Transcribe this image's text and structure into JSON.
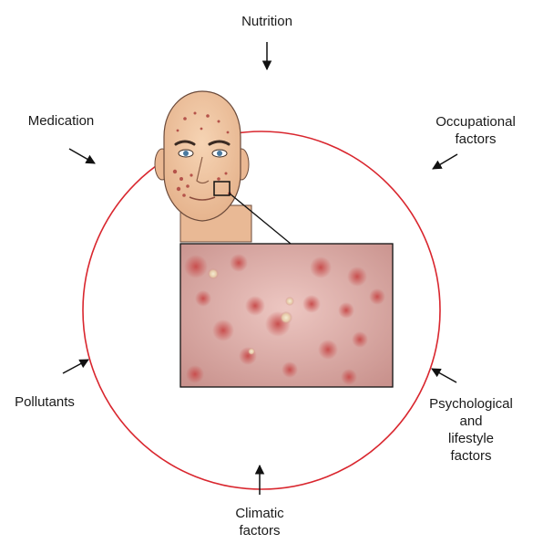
{
  "factors": {
    "nutrition": "Nutrition",
    "occupational": "Occupational\nfactors",
    "medication": "Medication",
    "pollutants": "Pollutants",
    "psychological": "Psychological\nand\nlifestyle\nfactors",
    "climatic": "Climatic\nfactors"
  },
  "colors": {
    "ring": "#d9262e",
    "arrow": "#111111",
    "skin": "#f2c9a4",
    "skin_shadow": "#e2ad86",
    "lesion": "#b5534a",
    "photo_base": "#e2b0ad"
  },
  "icons": {
    "face": "face-illustration-icon",
    "photo": "skin-closeup-photo"
  }
}
